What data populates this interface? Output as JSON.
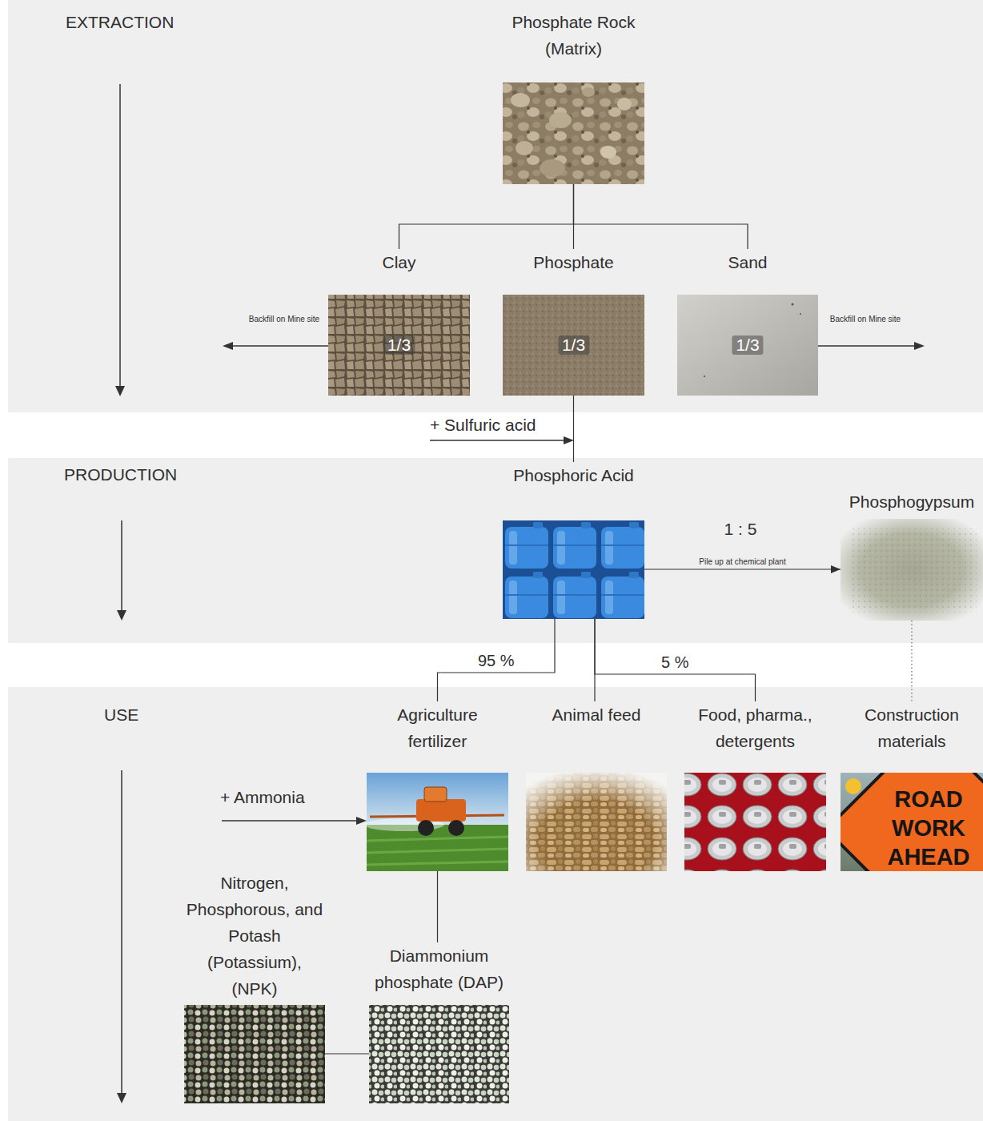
{
  "diagram": {
    "nodes": [
      {
        "text": [
          "EXTRACTION"
        ]
      },
      {
        "text": [
          "Phosphate Rock (Matrix)"
        ],
        "in": 0
      },
      {
        "text": [
          "Clay",
          "1/3"
        ],
        "in": 0
      },
      {
        "text": [
          "Phosphate",
          "1/3"
        ],
        "in": 0
      },
      {
        "text": [
          "Sand",
          "1/3"
        ],
        "in": 0
      },
      {
        "text": [
          "PRODUCTION"
        ]
      },
      {
        "text": [
          "Phosphoric Acid"
        ],
        "in": 5
      },
      {
        "text": [
          "Phosphogypsum"
        ],
        "in": 5
      },
      {
        "text": [
          "USE"
        ]
      },
      {
        "text": [
          "Agriculture fertilizer"
        ],
        "in": 8
      },
      {
        "text": [
          "Animal feed"
        ],
        "in": 8
      },
      {
        "text": [
          "Food, pharma., detergents"
        ],
        "in": 8
      },
      {
        "text": [
          "Construction materials"
        ],
        "in": 8
      },
      {
        "text": [
          "Nitrogen, Phosphorous, and Potash (Potassium), (NPK)"
        ],
        "in": 8
      },
      {
        "text": [
          "Diammonium phosphate (DAP)"
        ],
        "in": 8
      }
    ],
    "edges": [
      {
        "from": 1,
        "to": 2,
        "arrow": "none"
      },
      {
        "from": 1,
        "to": 3,
        "arrow": "none"
      },
      {
        "from": 1,
        "to": 4,
        "arrow": "none"
      },
      {
        "from": 3,
        "to": 6,
        "arrow": "none"
      },
      {
        "from": 6,
        "to": 7,
        "label": "Pile up at chemical plant",
        "arrow": "to"
      },
      {
        "from": 6,
        "to": 9,
        "label": "95 %",
        "arrow": "none"
      },
      {
        "from": 6,
        "to": 10,
        "arrow": "none"
      },
      {
        "from": 6,
        "to": 11,
        "label": "5 %",
        "arrow": "none"
      },
      {
        "from": 7,
        "to": 12,
        "arrow": "none"
      },
      {
        "from": 9,
        "to": 14,
        "arrow": "none"
      },
      {
        "from": 13,
        "to": 14,
        "arrow": "none"
      }
    ],
    "labels": [
      "Backfill on Mine site",
      "Backfill on Mine site",
      "+ Sulfuric acid",
      "1 : 5",
      "+ Ammonia",
      "ROAD WORK AHEAD"
    ]
  }
}
